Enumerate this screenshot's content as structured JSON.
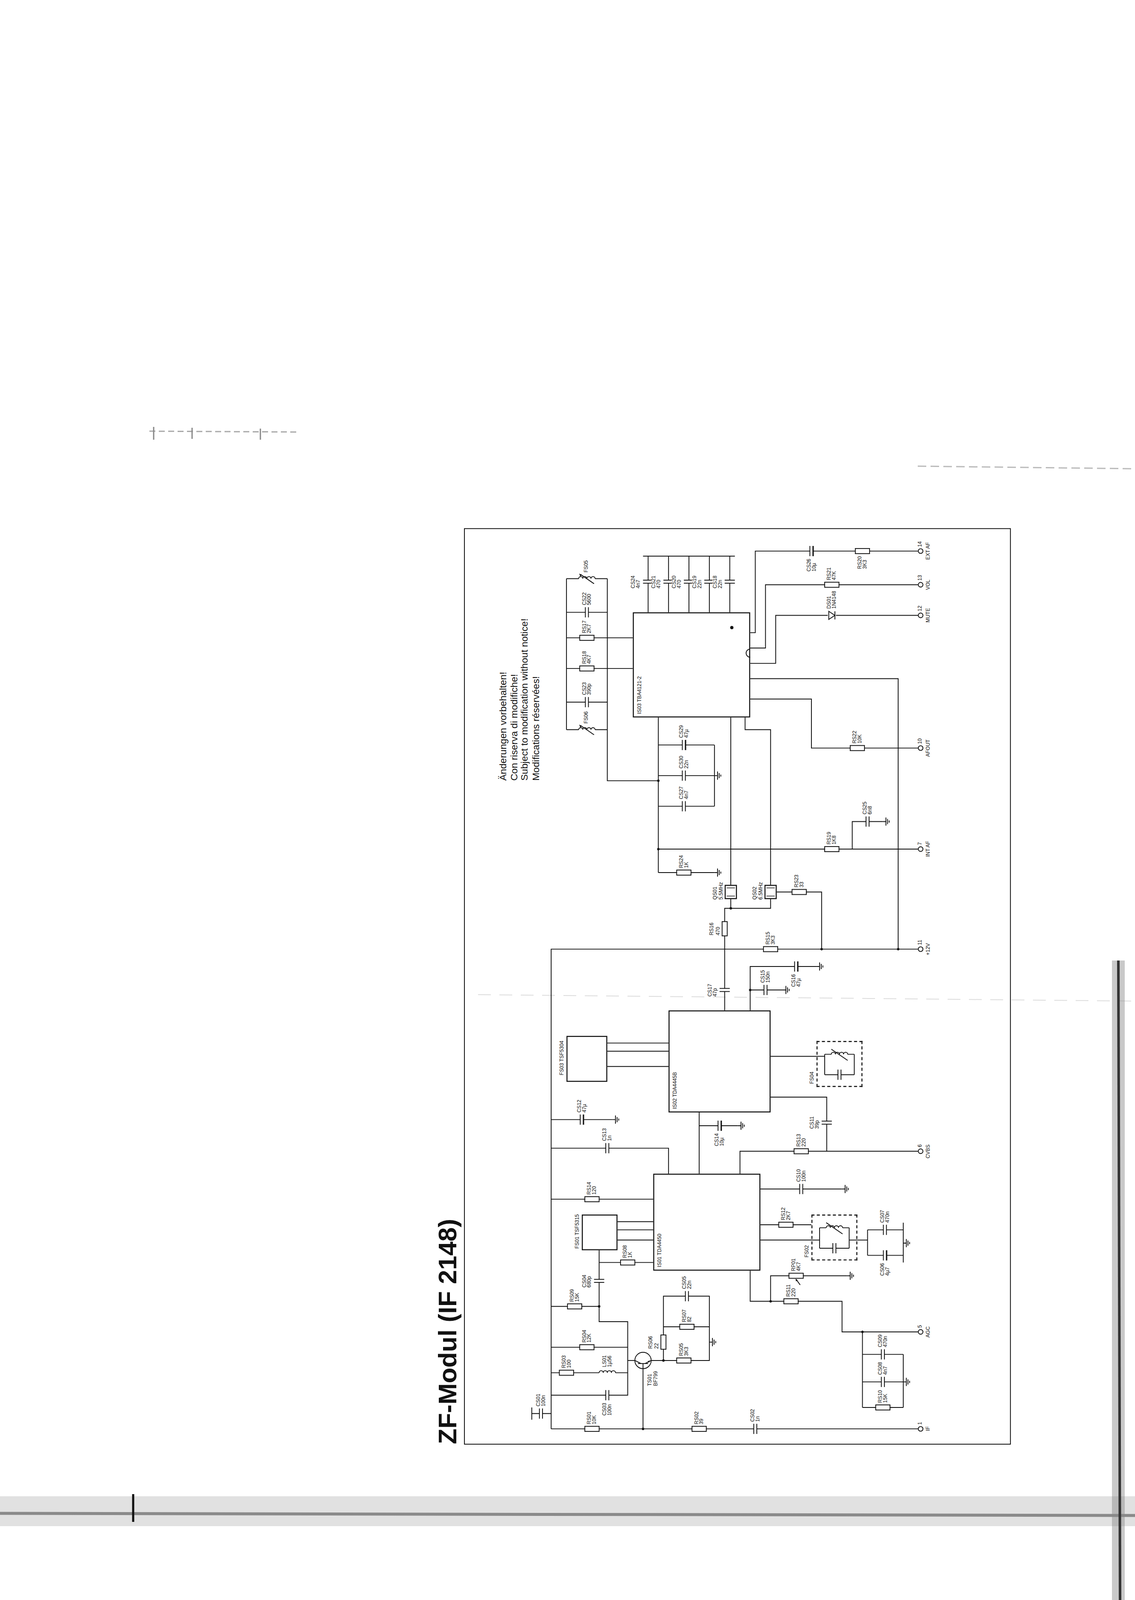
{
  "diagram": {
    "title": "ZF-Modul (IF 2148)",
    "nodes": [
      {
        "text": [
          "FS01 TSF5315"
        ]
      },
      {
        "text": [
          "IS01 TDA4450"
        ]
      },
      {
        "text": [
          "FS03 TSF5304"
        ]
      },
      {
        "text": [
          "IS02 TDA4445B"
        ]
      },
      {
        "text": [
          "FS02"
        ]
      },
      {
        "text": [
          "FS04"
        ]
      },
      {
        "text": [
          "IS03 TBA4121-2"
        ]
      },
      {
        "text": [
          "QS01 5.5MHz"
        ]
      },
      {
        "text": [
          "QS02 6.5MHz"
        ]
      }
    ],
    "edges": [
      {
        "from": 0,
        "to": 1,
        "arrow": "none"
      },
      {
        "from": 1,
        "to": 4,
        "arrow": "none"
      },
      {
        "from": 2,
        "to": 3,
        "arrow": "none"
      },
      {
        "from": 3,
        "to": 5,
        "arrow": "none"
      },
      {
        "from": 7,
        "to": 6,
        "arrow": "none"
      },
      {
        "from": 8,
        "to": 6,
        "arrow": "none"
      }
    ],
    "labels": [
      "CS01 100n",
      "RS01 10K",
      "CS03 100n",
      "RS03 100",
      "LS01 1µ56",
      "RS04 12K",
      "TS01 BF799",
      "CS04 680p",
      "RS09 15K",
      "RS05 3K3",
      "RS06 22",
      "RS07 82",
      "CS05 22n",
      "RS02 39",
      "CS02 1n",
      "RS10 15K",
      "CS08 4n7",
      "CS09 470n",
      "RS11 220",
      "RP01 4K7",
      "CS06 4µ7",
      "CS07 470n",
      "RS12 2K7",
      "CS10 100n",
      "RS08 1K",
      "RS14 120",
      "CS13 1n",
      "CS12 47µ",
      "RS13 220",
      "CS11 39p",
      "CS14 10µ",
      "CS17 47p",
      "RS16 470",
      "CS15 150n",
      "CS16 47µ",
      "RS15 3K3",
      "RS23 33",
      "RS19 1K8",
      "CS25 6n8",
      "RS24 1K",
      "CS27 4n7",
      "CS30 22n",
      "CS29 47µ",
      "RS22 10K",
      "CS24 4n7",
      "CS21 470",
      "CS20 470",
      "CS19 22n",
      "CS18 22n",
      "DS01 1N4148",
      "RS21 47K",
      "CS26 10µ",
      "RS20 3K3",
      "FS05",
      "CS22 5600",
      "RS17 2K7",
      "RS18 4K7",
      "CS23 390p",
      "FS06",
      "1",
      "IF",
      "5",
      "AGC",
      "6",
      "CVBS",
      "11",
      "+12V",
      "7",
      "INT AF",
      "10",
      "AFOUT",
      "12",
      "MUTE",
      "13",
      "VOL",
      "14",
      "EXT AF",
      "Änderungen vorbehalten!",
      "Con riserva di modifiche!",
      "Subject to modification without notice!",
      "Modifications réservées!"
    ]
  }
}
